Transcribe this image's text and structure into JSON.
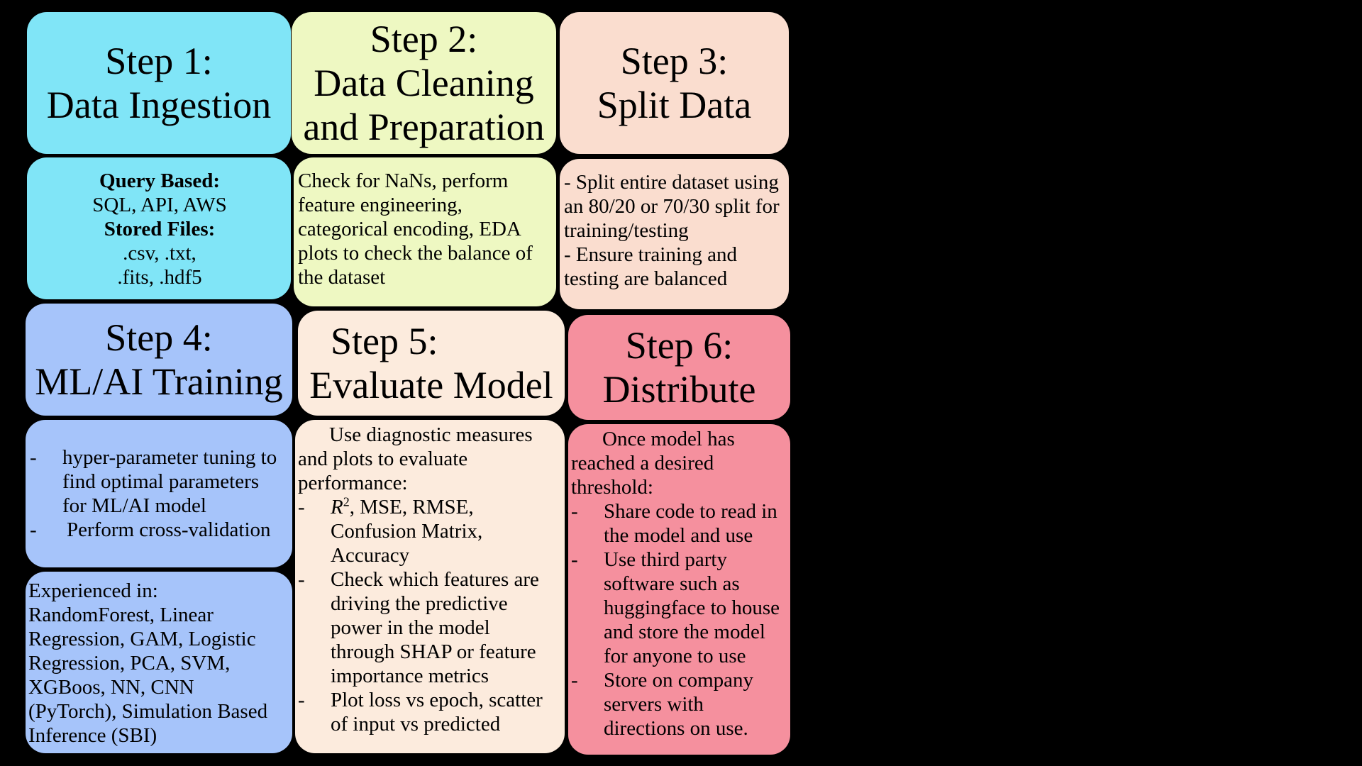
{
  "colors": {
    "background": "#000000",
    "step1": "#80E5F7",
    "step2": "#EEF8C2",
    "step3": "#FADDCF",
    "step4": "#A6C4FA",
    "step5": "#FCEBDD",
    "step6": "#F5909E"
  },
  "step1": {
    "title_line1": "Step 1:",
    "title_line2": "Data Ingestion",
    "query_heading": "Query Based:",
    "query_items": "SQL, API, AWS",
    "files_heading": "Stored Files:",
    "files_line1": ".csv, .txt,",
    "files_line2": ".fits, .hdf5"
  },
  "step2": {
    "title_line1": "Step 2:",
    "title_line2": "Data Cleaning",
    "title_line3": "and Preparation",
    "text": "Check for NaNs, perform feature engineering, categorical encoding, EDA plots to check the balance of the dataset"
  },
  "step3": {
    "title_line1": "Step 3:",
    "title_line2": "Split Data",
    "item1": "- Split entire dataset using an 80/20 or 70/30 split for training/testing",
    "item2": "- Ensure training and testing are balanced"
  },
  "step4": {
    "title_line1": "Step 4:",
    "title_line2": "ML/AI Training",
    "dash": "-",
    "item1": "hyper-parameter tuning to find optimal parameters for ML/AI model",
    "item2": "Perform cross-validation",
    "experience": "Experienced in: RandomForest, Linear Regression, GAM, Logistic Regression, PCA, SVM, XGBoos, NN, CNN (PyTorch), Simulation Based Inference (SBI)"
  },
  "step5": {
    "title_line1": "Step 5:",
    "title_line2": "Evaluate Model",
    "intro": "Use diagnostic measures and plots to evaluate performance:",
    "dash": "-",
    "r_symbol": "R",
    "r_exponent": "2",
    "item1_rest": ", MSE, RMSE, Confusion Matrix, Accuracy",
    "item2": "Check which features are driving the predictive power in the model through SHAP or feature importance metrics",
    "item3": "Plot loss vs epoch, scatter of input vs predicted"
  },
  "step6": {
    "title_line1": "Step 6:",
    "title_line2": "Distribute",
    "intro": "Once model has reached a desired threshold:",
    "dash": "-",
    "item1": "Share code to read in the model and use",
    "item2": "Use third party software such as huggingface to house and store the model for anyone to use",
    "item3": "Store on company servers with directions on use."
  }
}
